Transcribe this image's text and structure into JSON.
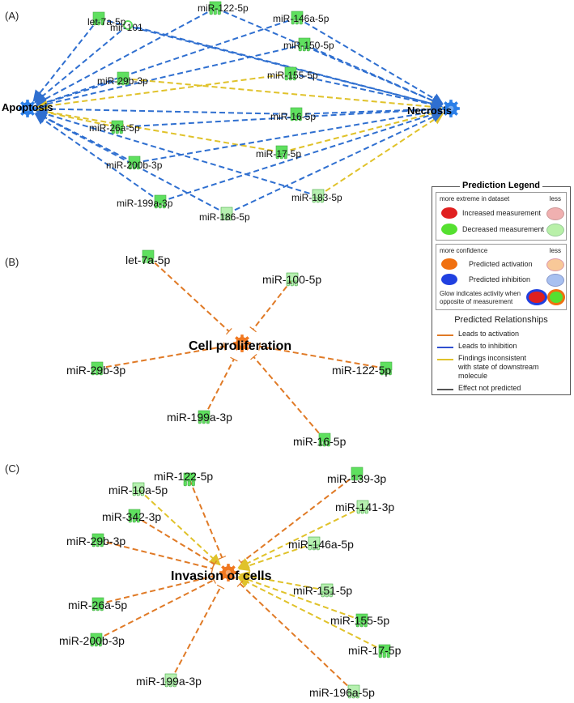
{
  "panels": {
    "A": {
      "letter": "(A)",
      "hubs": {
        "left": "Apoptosis",
        "right": "Necrosis"
      },
      "nodes": {
        "let7a": "let-7a-5p",
        "mir122": "miR-122-5p",
        "mir146a": "miR-146a-5p",
        "mir101": "mir-101",
        "mir150": "miR-150-5p",
        "mir29b": "miR-29b-3p",
        "mir155": "miR-155-5p",
        "mir16": "miR-16-5p",
        "mir26a": "miR-26a-5p",
        "mir17": "miR-17-5p",
        "mir200b": "miR-200b-3p",
        "mir183": "miR-183-5p",
        "mir199a": "miR-199a-3p",
        "mir186": "miR-186-5p"
      }
    },
    "B": {
      "letter": "(B)",
      "hub": "Cell proliferation",
      "nodes": {
        "let7a": "let-7a-5p",
        "mir100": "miR-100-5p",
        "mir29b": "miR-29b-3p",
        "mir122": "miR-122-5p",
        "mir199a": "miR-199a-3p",
        "mir16": "miR-16-5p"
      }
    },
    "C": {
      "letter": "(C)",
      "hub": "Invasion of cells",
      "nodes": {
        "mir122": "miR-122-5p",
        "mir10a": "miR-10a-5p",
        "mir342": "miR-342-3p",
        "mir29b": "miR-29b-3p",
        "mir26a": "miR-26a-5p",
        "mir200b": "miR-200b-3p",
        "mir199a": "miR-199a-3p",
        "mir139": "miR-139-3p",
        "mir141": "miR-141-3p",
        "mir146a": "miR-146a-5p",
        "mir151": "miR-151-5p",
        "mir155": "miR-155-5p",
        "mir17": "miR-17-5p",
        "mir196a": "miR-196a-5p"
      }
    }
  },
  "legend": {
    "title": "Prediction Legend",
    "extreme_label": "more extreme in dataset",
    "less1": "less",
    "increased": "Increased measurement",
    "decreased": "Decreased measurement",
    "confidence_label": "more confidence",
    "less2": "less",
    "activation": "Predicted activation",
    "inhibition": "Predicted inhibition",
    "glow_line1": "Glow indicates activity when",
    "glow_line2": "opposite of measurement",
    "relationships_title": "Predicted Relationships",
    "rel_activation": "Leads to activation",
    "rel_inhibition": "Leads to inhibition",
    "rel_inconsistent1": "Findings inconsistent",
    "rel_inconsistent2": "with state of downstream",
    "rel_inconsistent3": "molecule",
    "rel_not_predicted": "Effect not predicted"
  },
  "colors": {
    "blue_edge": "#2f6fd0",
    "orange_edge": "#e07a26",
    "yellow_edge": "#e0c22a",
    "node_green": "#5fe05f",
    "node_light_green": "#b6f0b0",
    "hub_orange": "#f07820",
    "hub_blue": "#2b7fe8",
    "increased": "#e02020",
    "decreased": "#55e030",
    "increased_less": "#f0b0b0",
    "decreased_less": "#b8f0a8",
    "activation": "#f07010",
    "activation_less": "#f8c898",
    "inhibition": "#2040e0",
    "inhibition_less": "#a8c0f0",
    "rel_activation": "#e07a26",
    "rel_inhibition": "#3050d0",
    "rel_inconsistent": "#e0c22a",
    "rel_not_predicted": "#555555"
  }
}
